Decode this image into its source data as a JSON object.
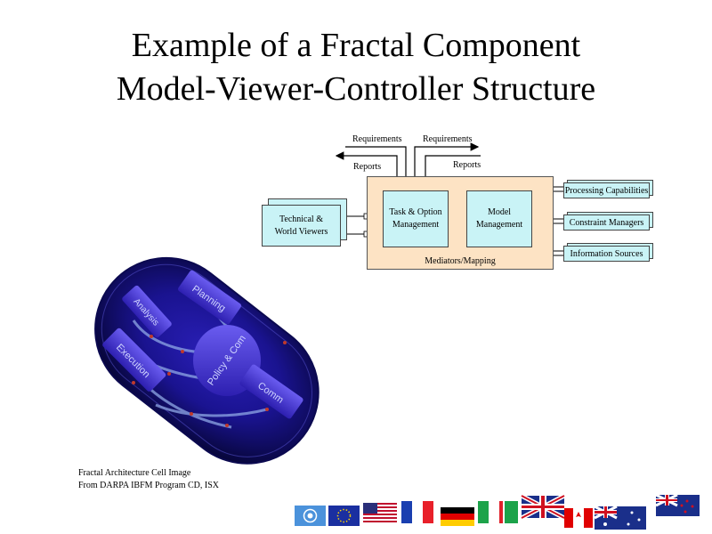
{
  "slide": {
    "title_line1": "Example of a Fractal Component",
    "title_line2": "Model-Viewer-Controller Structure"
  },
  "diagram": {
    "arrows": {
      "requirements_left": "Requirements",
      "requirements_right": "Requirements",
      "reports_left": "Reports",
      "reports_right": "Reports"
    },
    "viewers": {
      "line1": "Technical &",
      "line2": "World Viewers"
    },
    "task": {
      "line1": "Task & Option",
      "line2": "Management"
    },
    "model": {
      "line1": "Model",
      "line2": "Management"
    },
    "mediators": "Mediators/Mapping",
    "right_boxes": [
      "Processing Capabilities",
      "Constraint Managers",
      "Information Sources"
    ]
  },
  "cell_image": {
    "modules": [
      "Planning",
      "Analysis",
      "Execution",
      "Policy & Com",
      "Comm"
    ]
  },
  "caption": {
    "line1": "Fractal Architecture Cell Image",
    "line2": "From DARPA IBFM Program CD, ISX"
  },
  "flags": [
    "un-flag",
    "eu-flag",
    "us-flag",
    "france-flag",
    "germany-flag",
    "italy-flag",
    "ireland-flag",
    "uk-flag",
    "canada-flag",
    "australia-flag",
    "new-zealand-flag"
  ],
  "colors": {
    "mediators_fill": "#fde3c4",
    "box_fill": "#c9f3f6",
    "cell_blue": "#3a2ad0"
  }
}
